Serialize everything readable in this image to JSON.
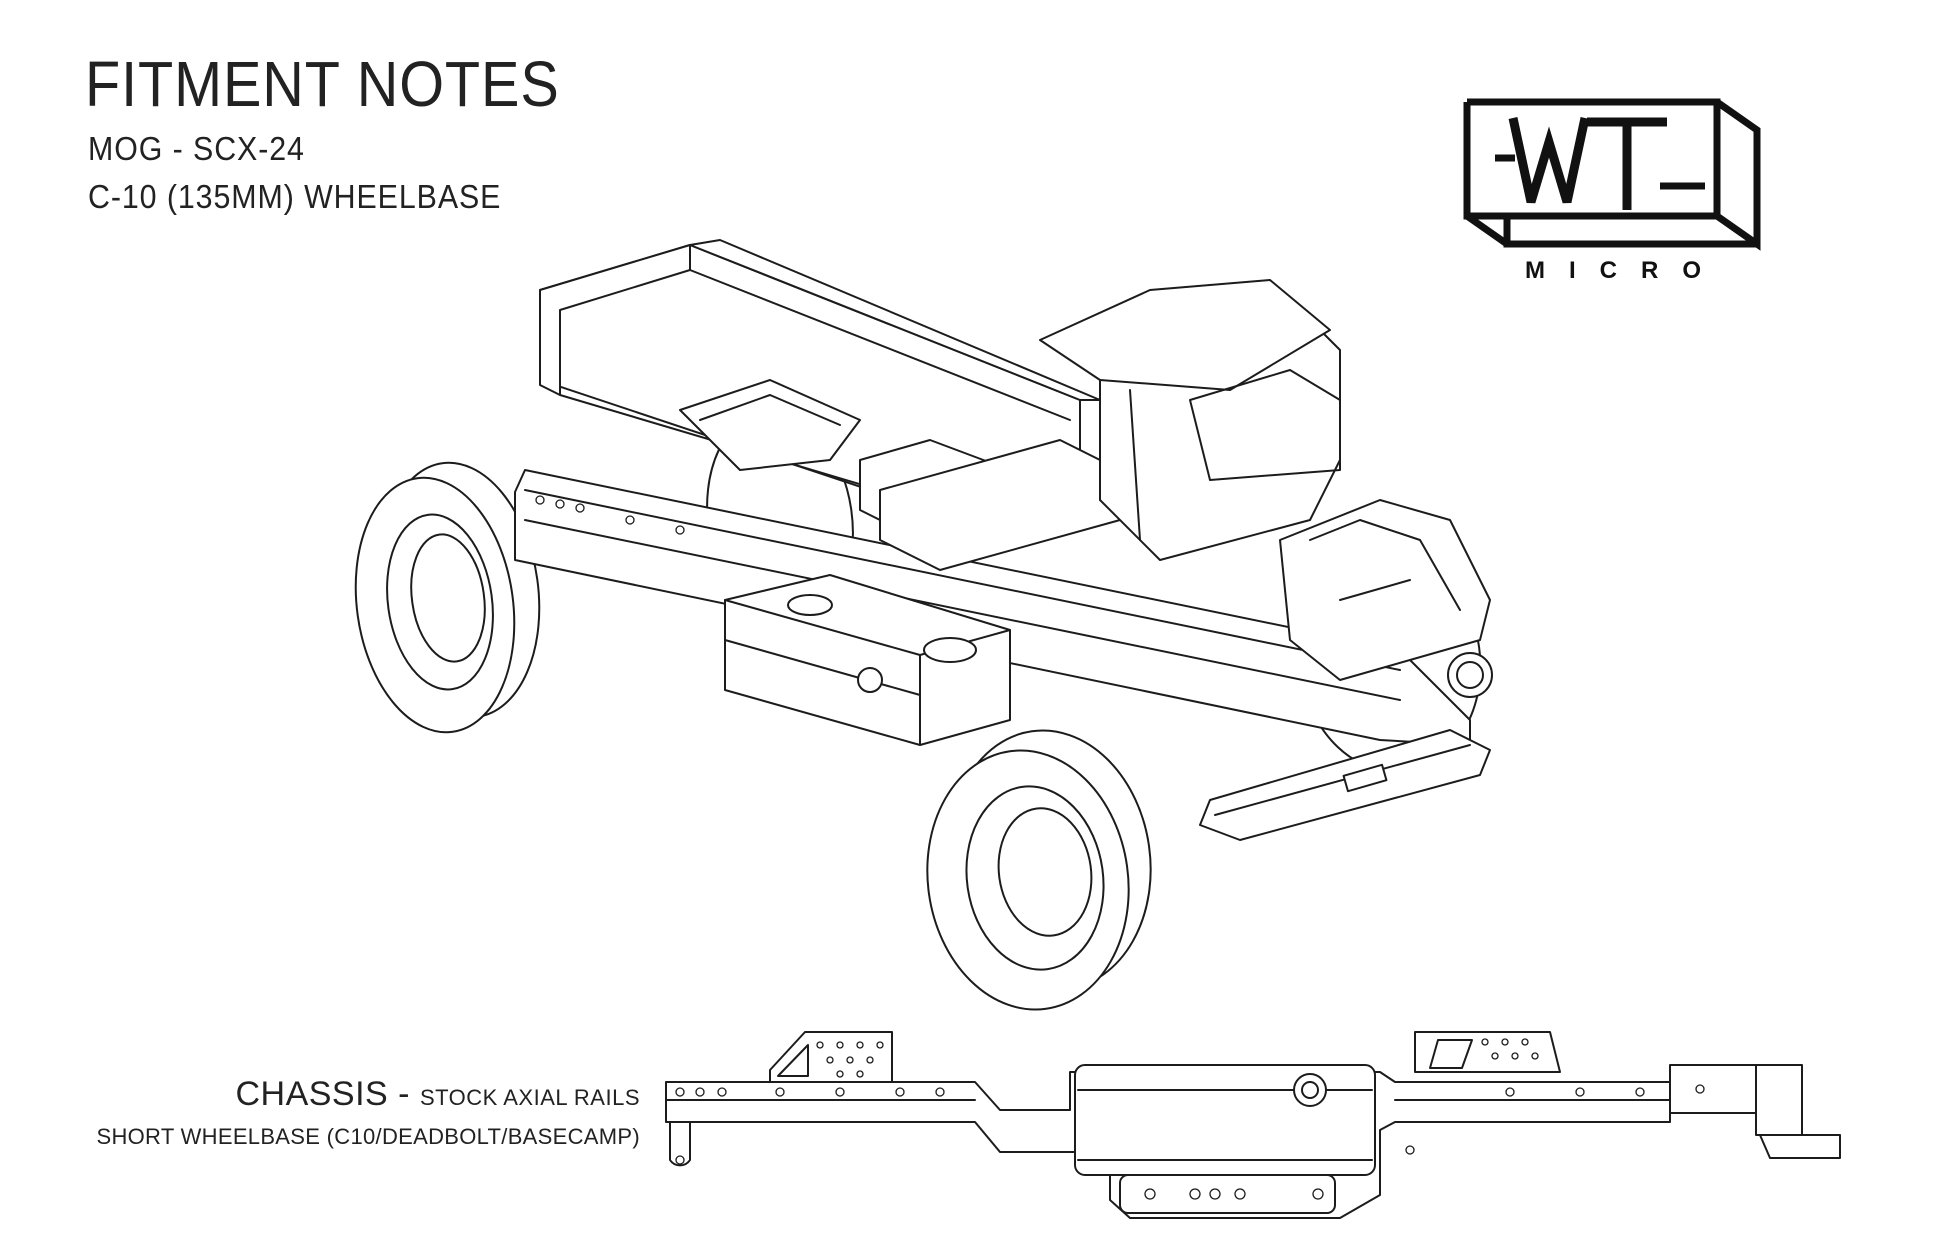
{
  "header": {
    "title": "FITMENT NOTES",
    "subtitle_model": "MOG - SCX-24",
    "subtitle_wheelbase": "C-10 (135MM) WHEELBASE"
  },
  "logo": {
    "mark": "WT",
    "brand_word": "MICRO"
  },
  "chassis": {
    "label_main": "CHASSIS",
    "label_separator": " - ",
    "label_detail": "STOCK AXIAL RAILS",
    "label_second_line": "SHORT WHEELBASE (C10/DEADBOLT/BASECAMP)"
  },
  "colors": {
    "line": "#1c1c1c",
    "background": "#ffffff"
  }
}
